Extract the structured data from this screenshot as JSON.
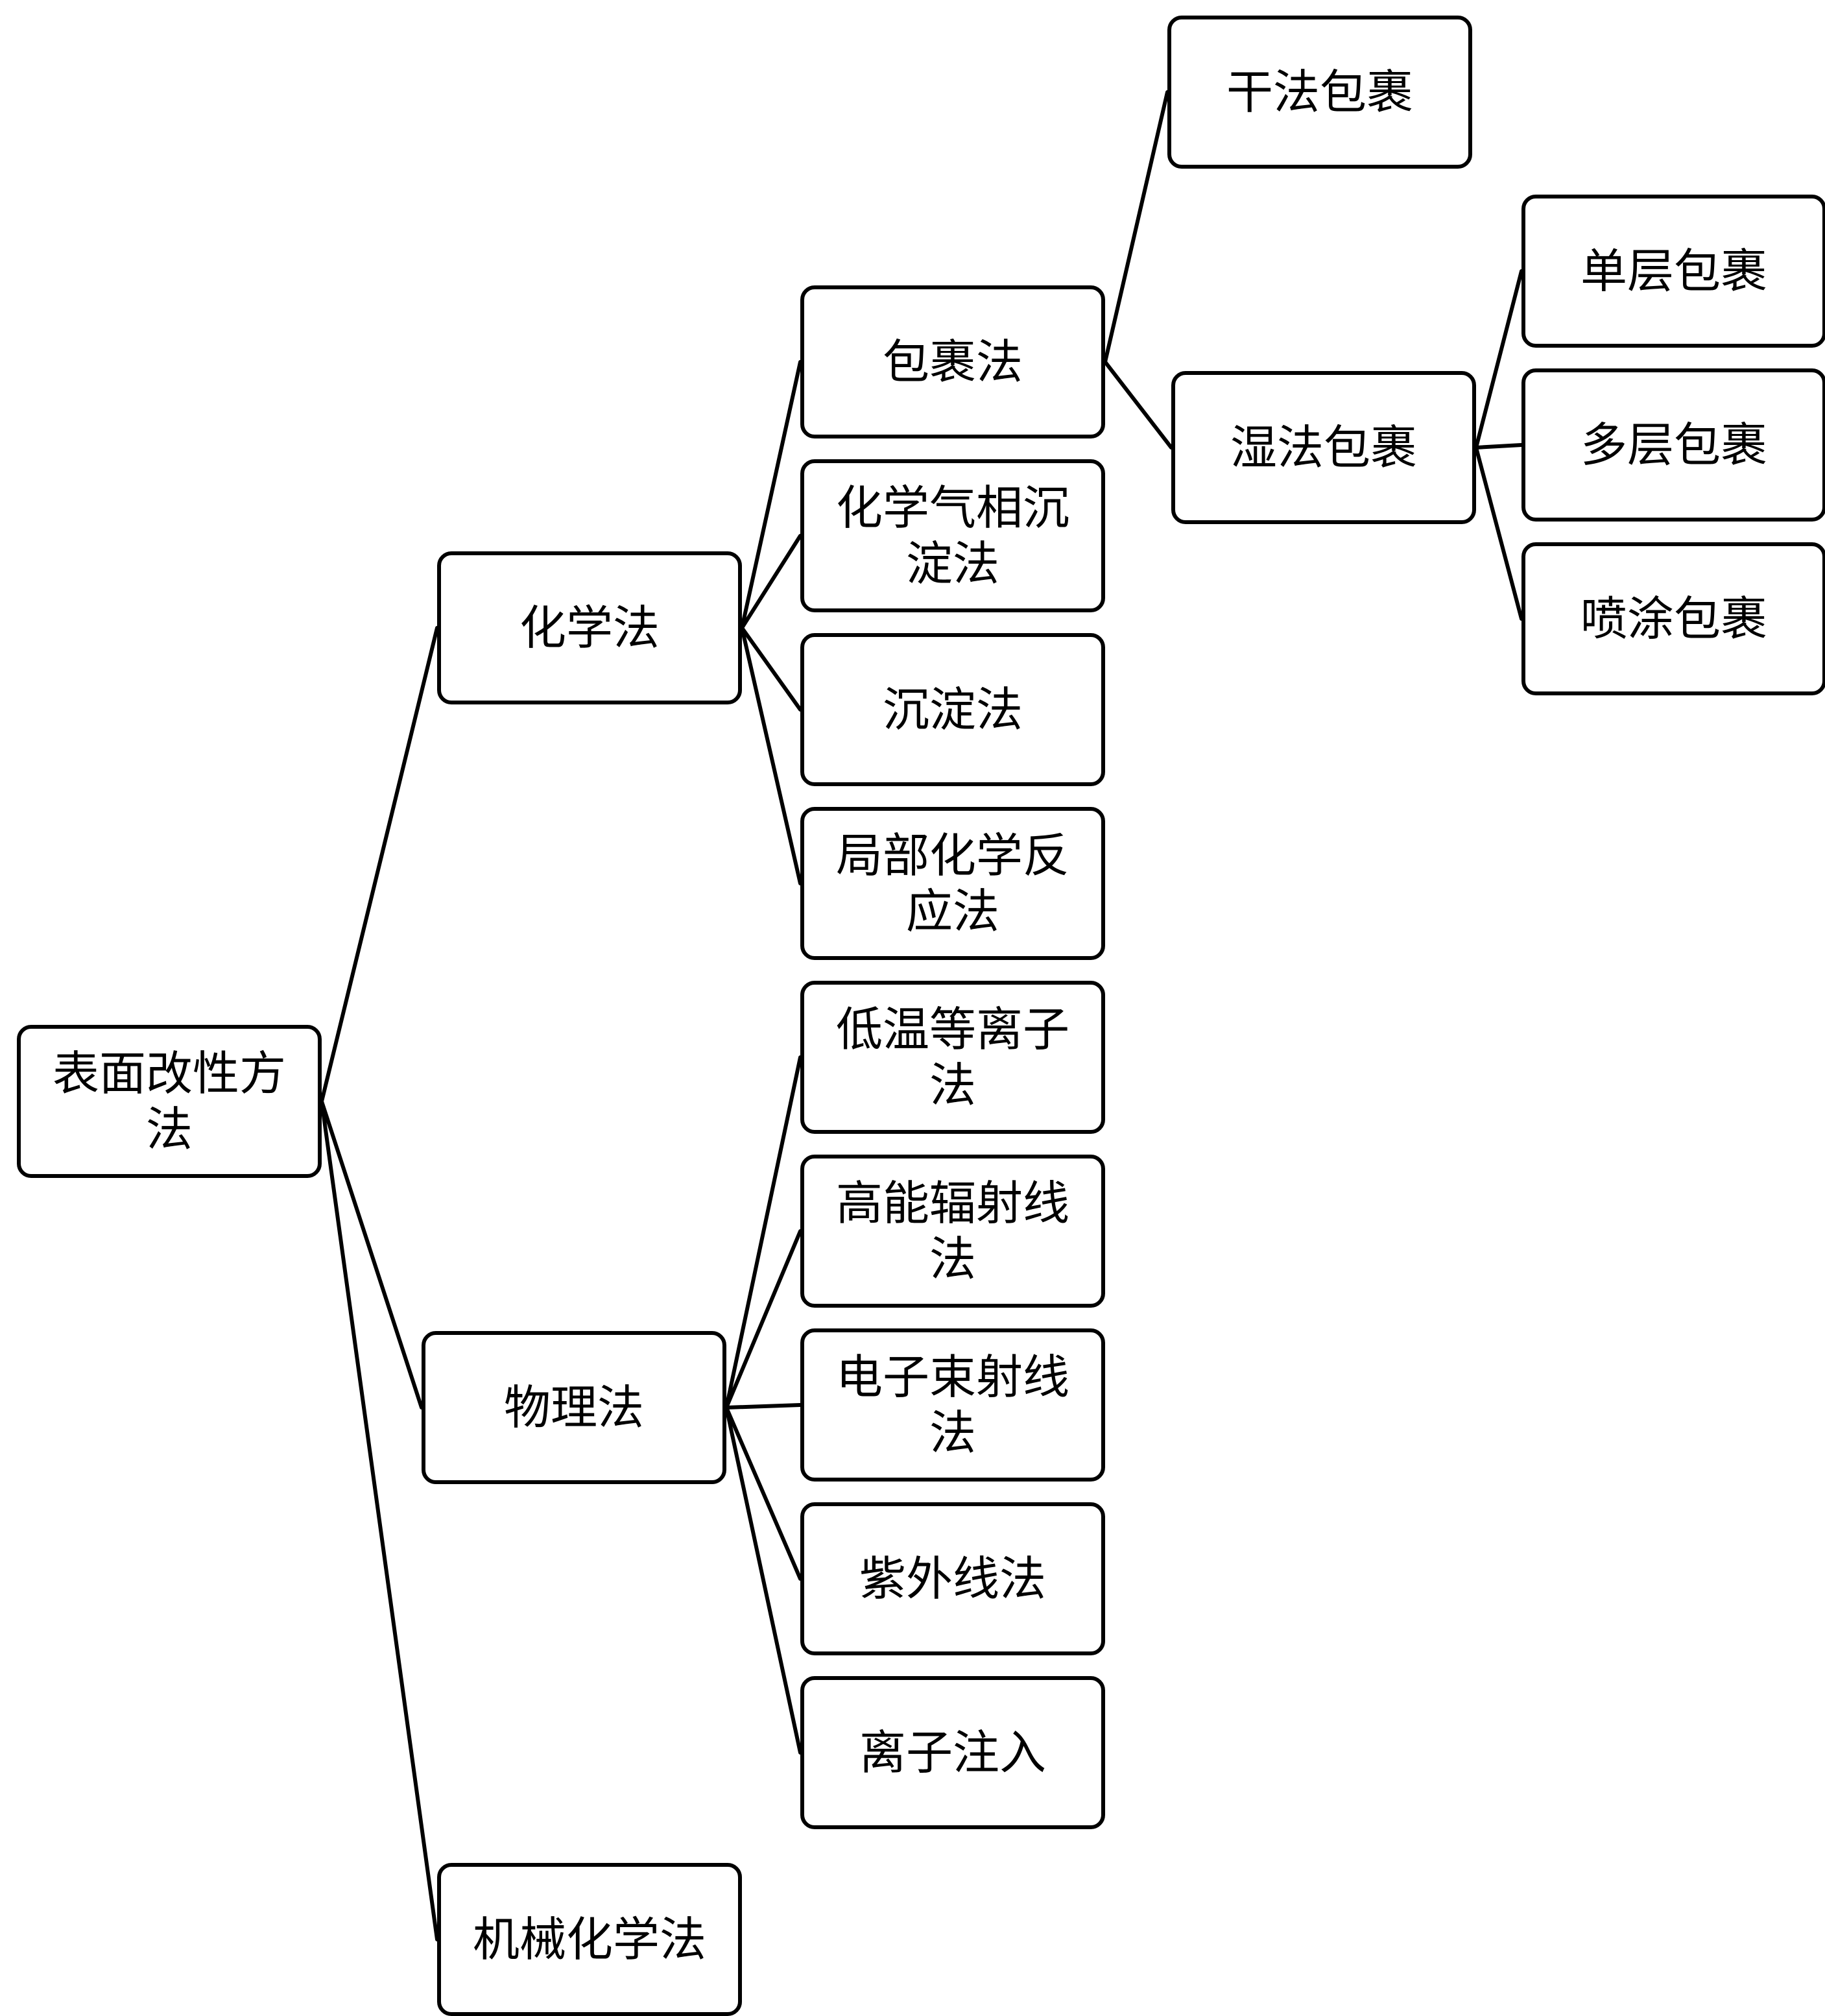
{
  "nodes": {
    "root": "表面改性方法",
    "chem": "化学法",
    "phys": "物理法",
    "mech": "机械化学法",
    "coat": "包裹法",
    "cvd": "化学气相沉淀法",
    "precip": "沉淀法",
    "local": "局部化学反应法",
    "plasma": "低温等离子法",
    "rad": "高能辐射线法",
    "ebeam": "电子束射线法",
    "uv": "紫外线法",
    "implant": "离子注入",
    "dry": "干法包裹",
    "wet": "湿法包裹",
    "single": "单层包裹",
    "multi": "多层包裹",
    "spray": "喷涂包裹"
  },
  "edges": [
    [
      "root",
      "chem"
    ],
    [
      "root",
      "phys"
    ],
    [
      "root",
      "mech"
    ],
    [
      "chem",
      "coat"
    ],
    [
      "chem",
      "cvd"
    ],
    [
      "chem",
      "precip"
    ],
    [
      "chem",
      "local"
    ],
    [
      "phys",
      "plasma"
    ],
    [
      "phys",
      "rad"
    ],
    [
      "phys",
      "ebeam"
    ],
    [
      "phys",
      "uv"
    ],
    [
      "phys",
      "implant"
    ],
    [
      "coat",
      "dry"
    ],
    [
      "coat",
      "wet"
    ],
    [
      "wet",
      "single"
    ],
    [
      "wet",
      "multi"
    ],
    [
      "wet",
      "spray"
    ]
  ],
  "colors": {
    "stroke": "#000000",
    "fill": "#ffffff",
    "text": "#000000"
  }
}
